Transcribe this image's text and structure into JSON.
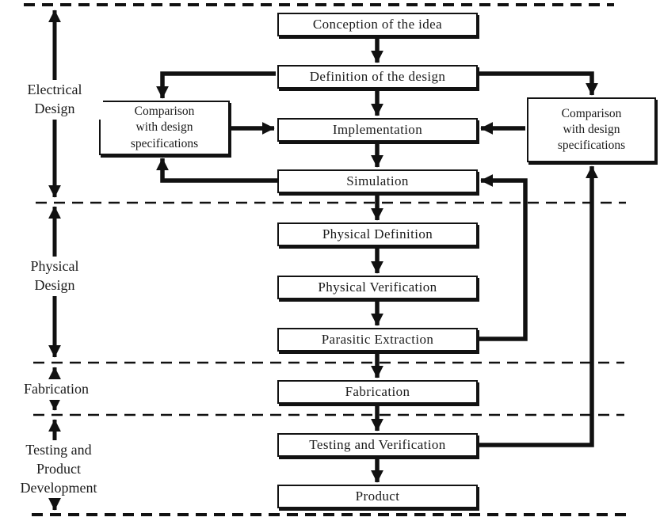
{
  "diagram": {
    "nodes": [
      {
        "id": "conception",
        "label": "Conception of the idea"
      },
      {
        "id": "definition",
        "label": "Definition of the design"
      },
      {
        "id": "implementation",
        "label": "Implementation"
      },
      {
        "id": "simulation",
        "label": "Simulation"
      },
      {
        "id": "physical-definition",
        "label": "Physical Definition"
      },
      {
        "id": "physical-verification",
        "label": "Physical Verification"
      },
      {
        "id": "parasitic-extraction",
        "label": "Parasitic Extraction"
      },
      {
        "id": "fabrication",
        "label": "Fabrication"
      },
      {
        "id": "testing-verification",
        "label": "Testing and Verification"
      },
      {
        "id": "product",
        "label": "Product"
      }
    ],
    "comparison_left": {
      "lines": [
        "Comparison",
        "with design",
        "specifications"
      ]
    },
    "comparison_right": {
      "lines": [
        "Comparison",
        "with design",
        "specifications"
      ]
    },
    "phases": [
      {
        "id": "electrical",
        "lines": [
          "Electrical",
          "Design"
        ]
      },
      {
        "id": "physical",
        "lines": [
          "Physical",
          "Design"
        ]
      },
      {
        "id": "fabrication",
        "lines": [
          "Fabrication"
        ]
      },
      {
        "id": "testing",
        "lines": [
          "Testing and",
          "Product",
          "Development"
        ]
      }
    ],
    "colors": {
      "line": "#111111",
      "box_border": "#121212",
      "box_fill": "#ffffff",
      "background": "#ffffff",
      "text": "#1b1b1b"
    }
  }
}
